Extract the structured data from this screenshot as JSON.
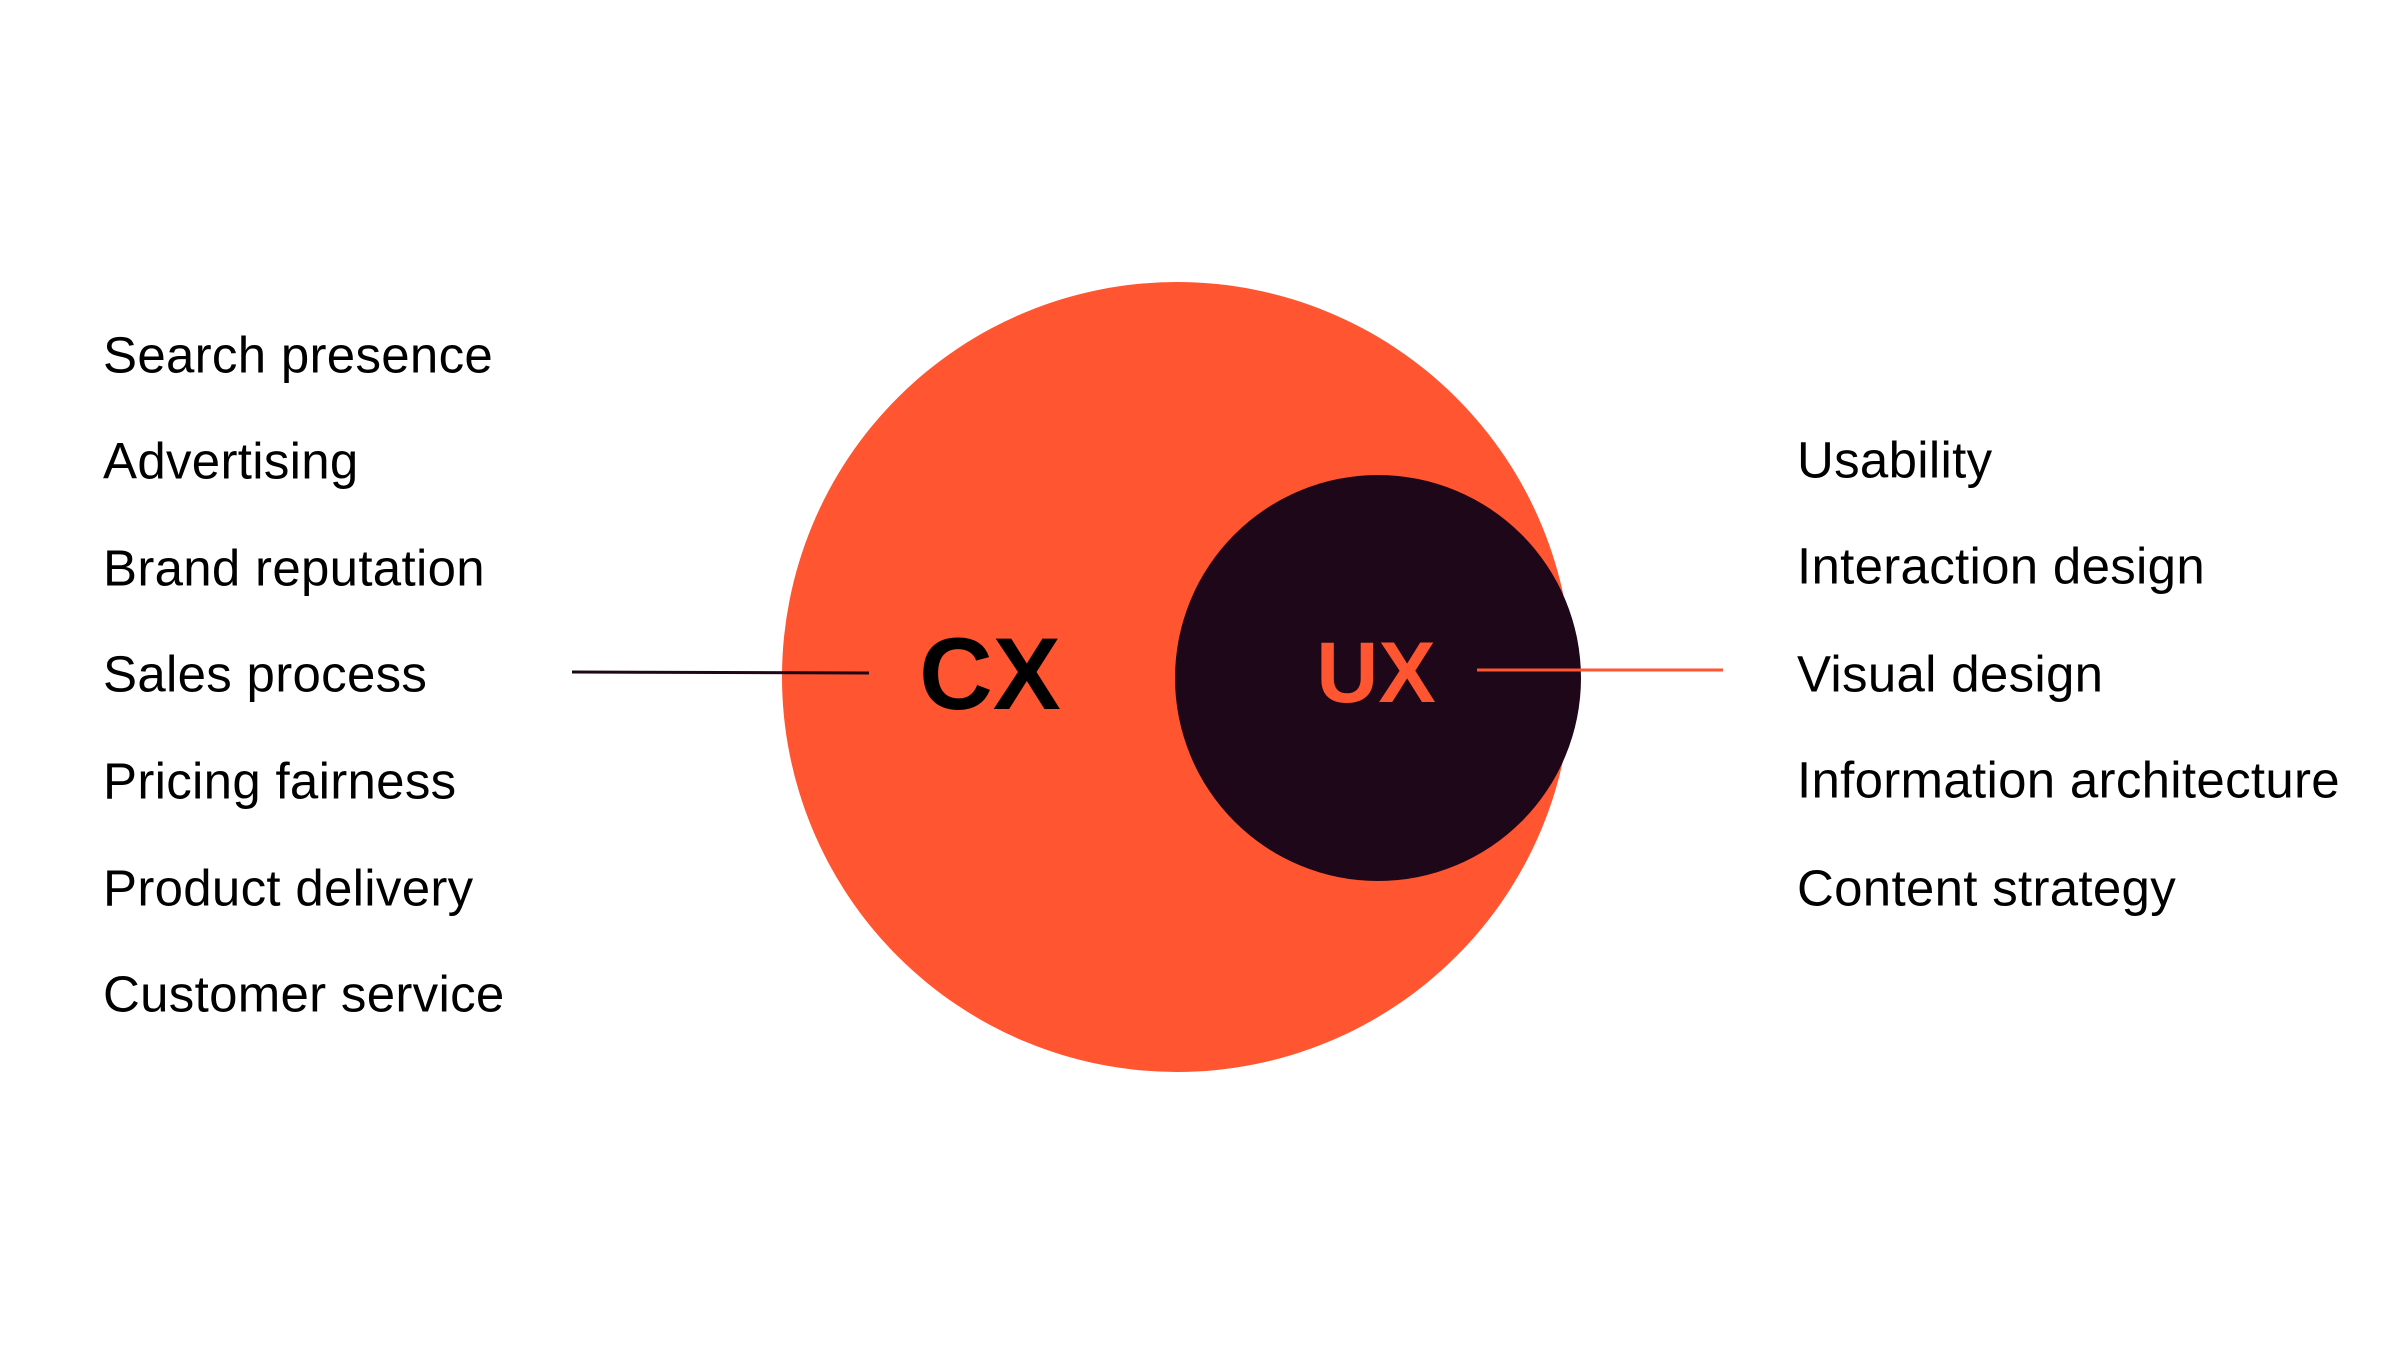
{
  "diagram": {
    "outer": {
      "label": "CX",
      "color": "#FF5530",
      "label_color": "#000000"
    },
    "inner": {
      "label": "UX",
      "color": "#1E0718",
      "label_color": "#FF5530"
    },
    "cx_items": [
      "Search presence",
      "Advertising",
      "Brand reputation",
      "Sales process",
      "Pricing fairness",
      "Product delivery",
      "Customer service"
    ],
    "ux_items": [
      "Usability",
      "Interaction design",
      "Visual design",
      "Information architecture",
      "Content strategy"
    ]
  }
}
